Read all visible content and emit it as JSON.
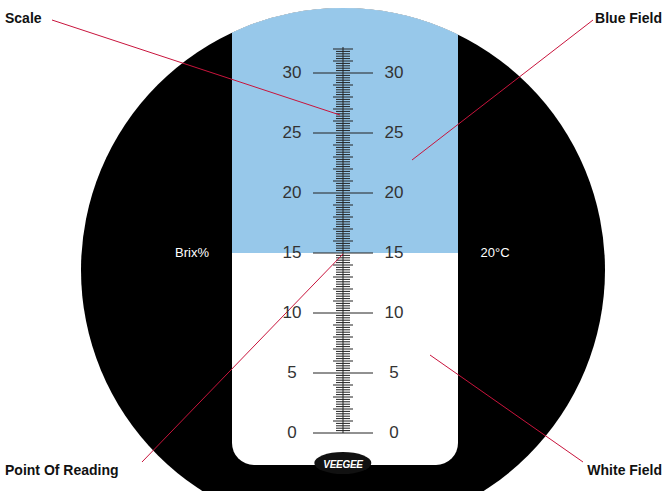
{
  "diagram": {
    "nodes": [
      {
        "text": [
          "VEEGEE"
        ]
      }
    ],
    "labels": [
      "Scale",
      "Blue Field",
      "Brix%",
      "20°C",
      "Point Of Reading",
      "White Field",
      "30",
      "25",
      "20",
      "15",
      "10",
      "5",
      "0",
      "30",
      "25",
      "20",
      "15",
      "10",
      "5",
      "0"
    ]
  }
}
